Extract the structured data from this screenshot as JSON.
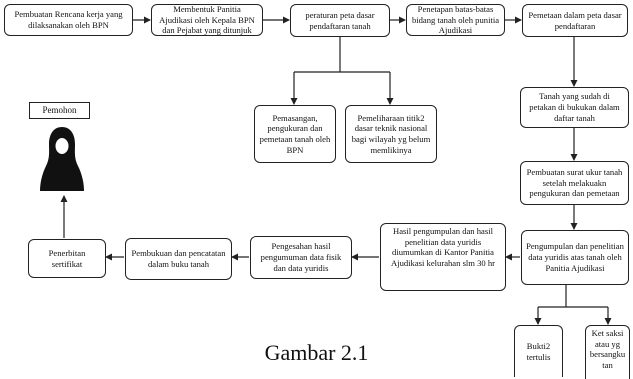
{
  "nodes": {
    "n1": "Pembuatan Rencana kerja yang dilaksanakan oleh BPN",
    "n2": "Membentuk Panitia Ajudikasi oleh Kepala BPN dan Pejabat yang ditunjuk",
    "n3": "peraturan peta dasar pendaftaran tanah",
    "n4": "Penetapan batas-batas bidang tanah oleh punitia Ajudikasi",
    "n5": "Pemetaan dalam peta dasar pendaftaran",
    "n6": "Pemasangan, pengukuran dan pemetaan tanah oleh BPN",
    "n7": "Pemeliharaan titik2 dasar teknik nasional bagi wilayah yg belum memlikinya",
    "n8": "Tanah yang sudah di petakan di bukukan dalam daftar tanah",
    "n9": "Pembuatan surat ukur tanah setelah melakuakn pengukuran dan pemetaan",
    "n10": "Pengumpulan dan penelitian data yuridis atas tanah oleh Panitia Ajudikasi",
    "n11": "Hasil pengumpulan dan hasil penelitian data yuridis diumumkan di Kantor Panitia Ajudikasi kelurahan slm 30 hr",
    "n12": "Pengesahan hasil pengumuman data fisik dan data yuridis",
    "n13": "Pembukuan dan pencatatan dalam buku tanah",
    "n14": "Penerbitan sertifikat",
    "n15": "Bukti2 tertulis",
    "n16": "Ket saksi atau yg bersangku tan"
  },
  "pemohon_label": "Pemohon",
  "caption": "Gambar 2.1"
}
